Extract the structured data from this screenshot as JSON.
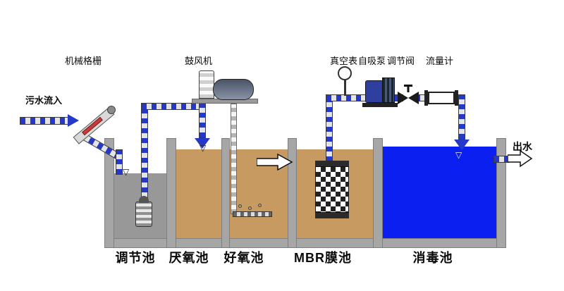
{
  "diagram": {
    "labels": {
      "inflow": "污水流入",
      "outflow": "出水",
      "screen": "机械格栅",
      "blower": "鼓风机",
      "vacuum_gauge": "真空表",
      "pump": "自吸泵",
      "valve": "调节阀",
      "flow_meter": "流量计"
    },
    "tanks": [
      {
        "name": "调节池",
        "water": "gray"
      },
      {
        "name": "厌氧池",
        "water": "tan"
      },
      {
        "name": "好氧池",
        "water": "tan"
      },
      {
        "name": "MBR膜池",
        "water": "tan"
      },
      {
        "name": "消毒池",
        "water": "blue"
      }
    ],
    "icons": {
      "water_level": "▽"
    },
    "colors": {
      "pipe_blue": "#2638c8",
      "pipe_light": "#e4e4e4",
      "wall_gray": "#a6a6a6",
      "water_gray": "#989898",
      "water_tan": "#c79a62",
      "water_blue": "#0a1ff0",
      "arrow_blue": "#2638c8",
      "pump_blue": "#2e3f9f"
    }
  }
}
